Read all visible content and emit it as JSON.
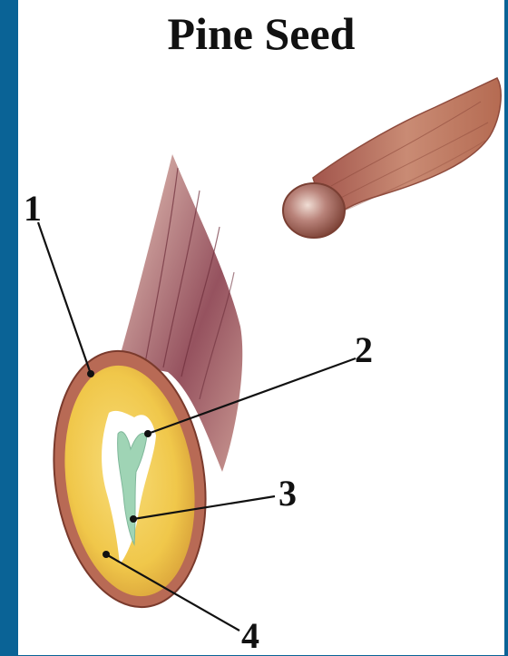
{
  "title": "Pine Seed",
  "labels": [
    {
      "number": "1"
    },
    {
      "number": "2"
    },
    {
      "number": "3"
    },
    {
      "number": "4"
    }
  ],
  "colors": {
    "frame": "#0a6396",
    "background": "#ffffff",
    "seed_coat": "#b86a55",
    "endosperm": "#f2cd57",
    "embryo": "#9fd4b5",
    "wing": "#c98b74"
  }
}
